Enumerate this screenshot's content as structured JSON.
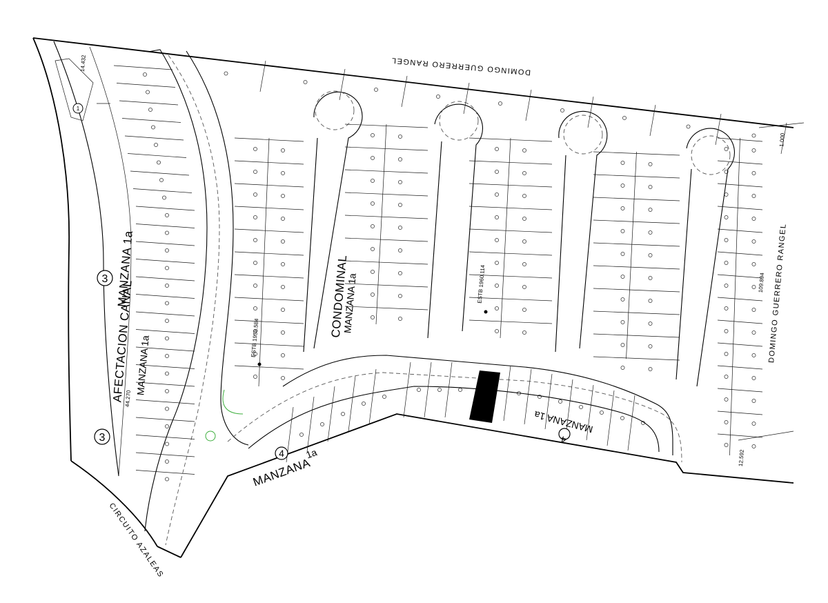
{
  "streets": {
    "north": "DOMINGO GUERRERO RANGEL",
    "east": "DOMINGO GUERRERO RANGEL",
    "southwest": "CIRCUITO AZALEAS"
  },
  "areas": {
    "canal": "AFECTACION CANAL",
    "manzana_west_a": "MANZANA 1a",
    "manzana_west_b": "MANZANA 1a",
    "condominal": "CONDOMINAL",
    "manzana_center": "MANZANA 1a",
    "manzana_south_a": "MANZANA",
    "manzana_south_b": "1a",
    "manzana_southeast": "MANZANA 1a"
  },
  "blocks": {
    "b3_top": "3",
    "b3_bottom": "3",
    "b4_south": "4",
    "b4_southeast": "4",
    "b1_corner": "1"
  },
  "stations": {
    "west": "ESTB 1958.584",
    "center": "ESTB 1960.114"
  },
  "dimensions": {
    "d1": "14.432",
    "d2": "1.000",
    "d3": "109.894",
    "d4": "44.270",
    "d5": "12.592"
  },
  "colors": {
    "line": "#000000",
    "background": "#ffffff",
    "highlighted_lot": "#000000",
    "survey_circle": "#3cae3c"
  }
}
